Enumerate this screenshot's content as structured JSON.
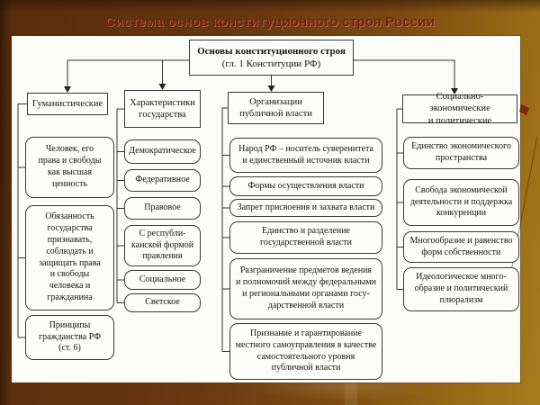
{
  "slide": {
    "title": "Система основ конституционного строя России"
  },
  "diagram": {
    "root": {
      "title": "Основы конституционного строя",
      "subtitle": "(гл. 1 Конституции РФ)"
    },
    "columns": [
      {
        "header": "Гуманистические",
        "children": [
          "Человек, его\nправа и свободы\nкак высшая\nценность",
          "Обязанность\nгосударства\nпризнавать,\nсоблюдать и\nзащищать права\nи свободы\nчеловека и\nгражданина",
          "Принципы\nгражданства РФ\n(ст. 6)"
        ]
      },
      {
        "header": "Характеристики\nгосударства",
        "children": [
          "Демократическое",
          "Федеративное",
          "Правовое",
          "С республи-\nканской формой\nправления",
          "Социальное",
          "Светское"
        ]
      },
      {
        "header": "Организации\nпубличной власти",
        "children": [
          "Народ РФ – носитель суверенитета\nи единственный источник власти",
          "Формы осуществления власти",
          "Запрет присвоения и захвата власти",
          "Единство и разделение\nгосударственной власти",
          "Разграничение предметов ведения\nи полномочий между федеральными\nи региональными органами госу-\nдарственной власти",
          "Признание и гарантирование\nместного самоуправления в качестве\nсамостоятельного уровня\nпубличной власти"
        ]
      },
      {
        "header": "Социально-экономические\nи политические",
        "children": [
          "Единство экономического\nпространства",
          "Свобода экономической\nдеятельности и поддержка\nконкуренции",
          "Многообразие и равенство\nформ собственности",
          "Идеологическое много-\nобразие и политический\nплюрализм"
        ]
      }
    ]
  },
  "colors": {
    "background_brown": "#693710",
    "background_gold": "#a87c1e",
    "panel": "#fcfcf9",
    "title_text": "#7b1d10",
    "box_border": "#3a3a3a",
    "text": "#141414",
    "accent_red": "#7a1a0a"
  }
}
